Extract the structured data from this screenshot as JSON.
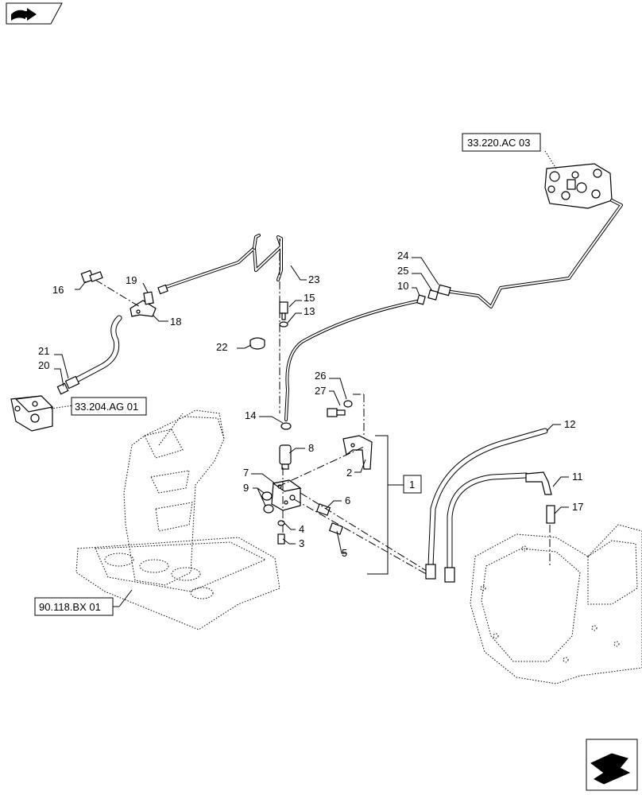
{
  "diagram": {
    "callouts": {
      "c1": "1",
      "c2": "2",
      "c3": "3",
      "c4": "4",
      "c5": "5",
      "c6": "6",
      "c7": "7",
      "c8": "8",
      "c9": "9",
      "c10": "10",
      "c11": "11",
      "c12": "12",
      "c13": "13",
      "c14": "14",
      "c15": "15",
      "c16": "16",
      "c17": "17",
      "c18": "18",
      "c19": "19",
      "c20": "20",
      "c21": "21",
      "c22": "22",
      "c23": "23",
      "c24": "24",
      "c25": "25",
      "c26": "26",
      "c27": "27"
    },
    "references": {
      "ref_top": "33.220.AC 03",
      "ref_left": "33.204.AG 01",
      "ref_bottom": "90.118.BX 01"
    }
  },
  "icons": {
    "top_left": "book-arrow-icon",
    "bottom_right": "next-page-arrow-icon"
  }
}
